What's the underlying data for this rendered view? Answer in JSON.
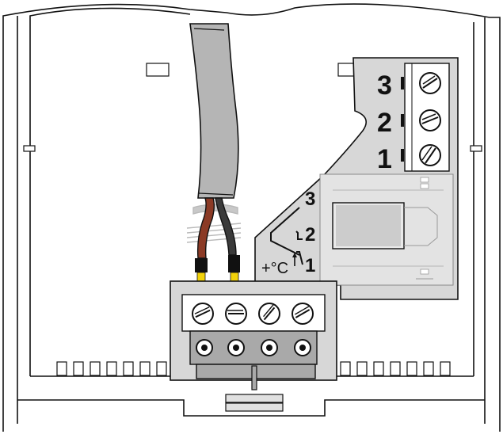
{
  "terminal_labels": {
    "t3": "3",
    "t2": "2",
    "t1": "1"
  },
  "switch_labels": {
    "s3": "3",
    "s2": "2",
    "s1": "1"
  },
  "temperature_symbol": "+°C",
  "colors": {
    "housing_fill": "#ffffff",
    "panel_gray": "#d7d7d7",
    "dark_gray": "#a9a9a9",
    "cable_gray": "#b5b5b5",
    "wire_brown": "#8b3a25",
    "wire_black": "#3a3a3a",
    "wire_tip_yellow": "#f2d20a",
    "outline": "#111111"
  },
  "icons": [
    "screw-icon",
    "socket-icon",
    "tension-spring-icon"
  ]
}
